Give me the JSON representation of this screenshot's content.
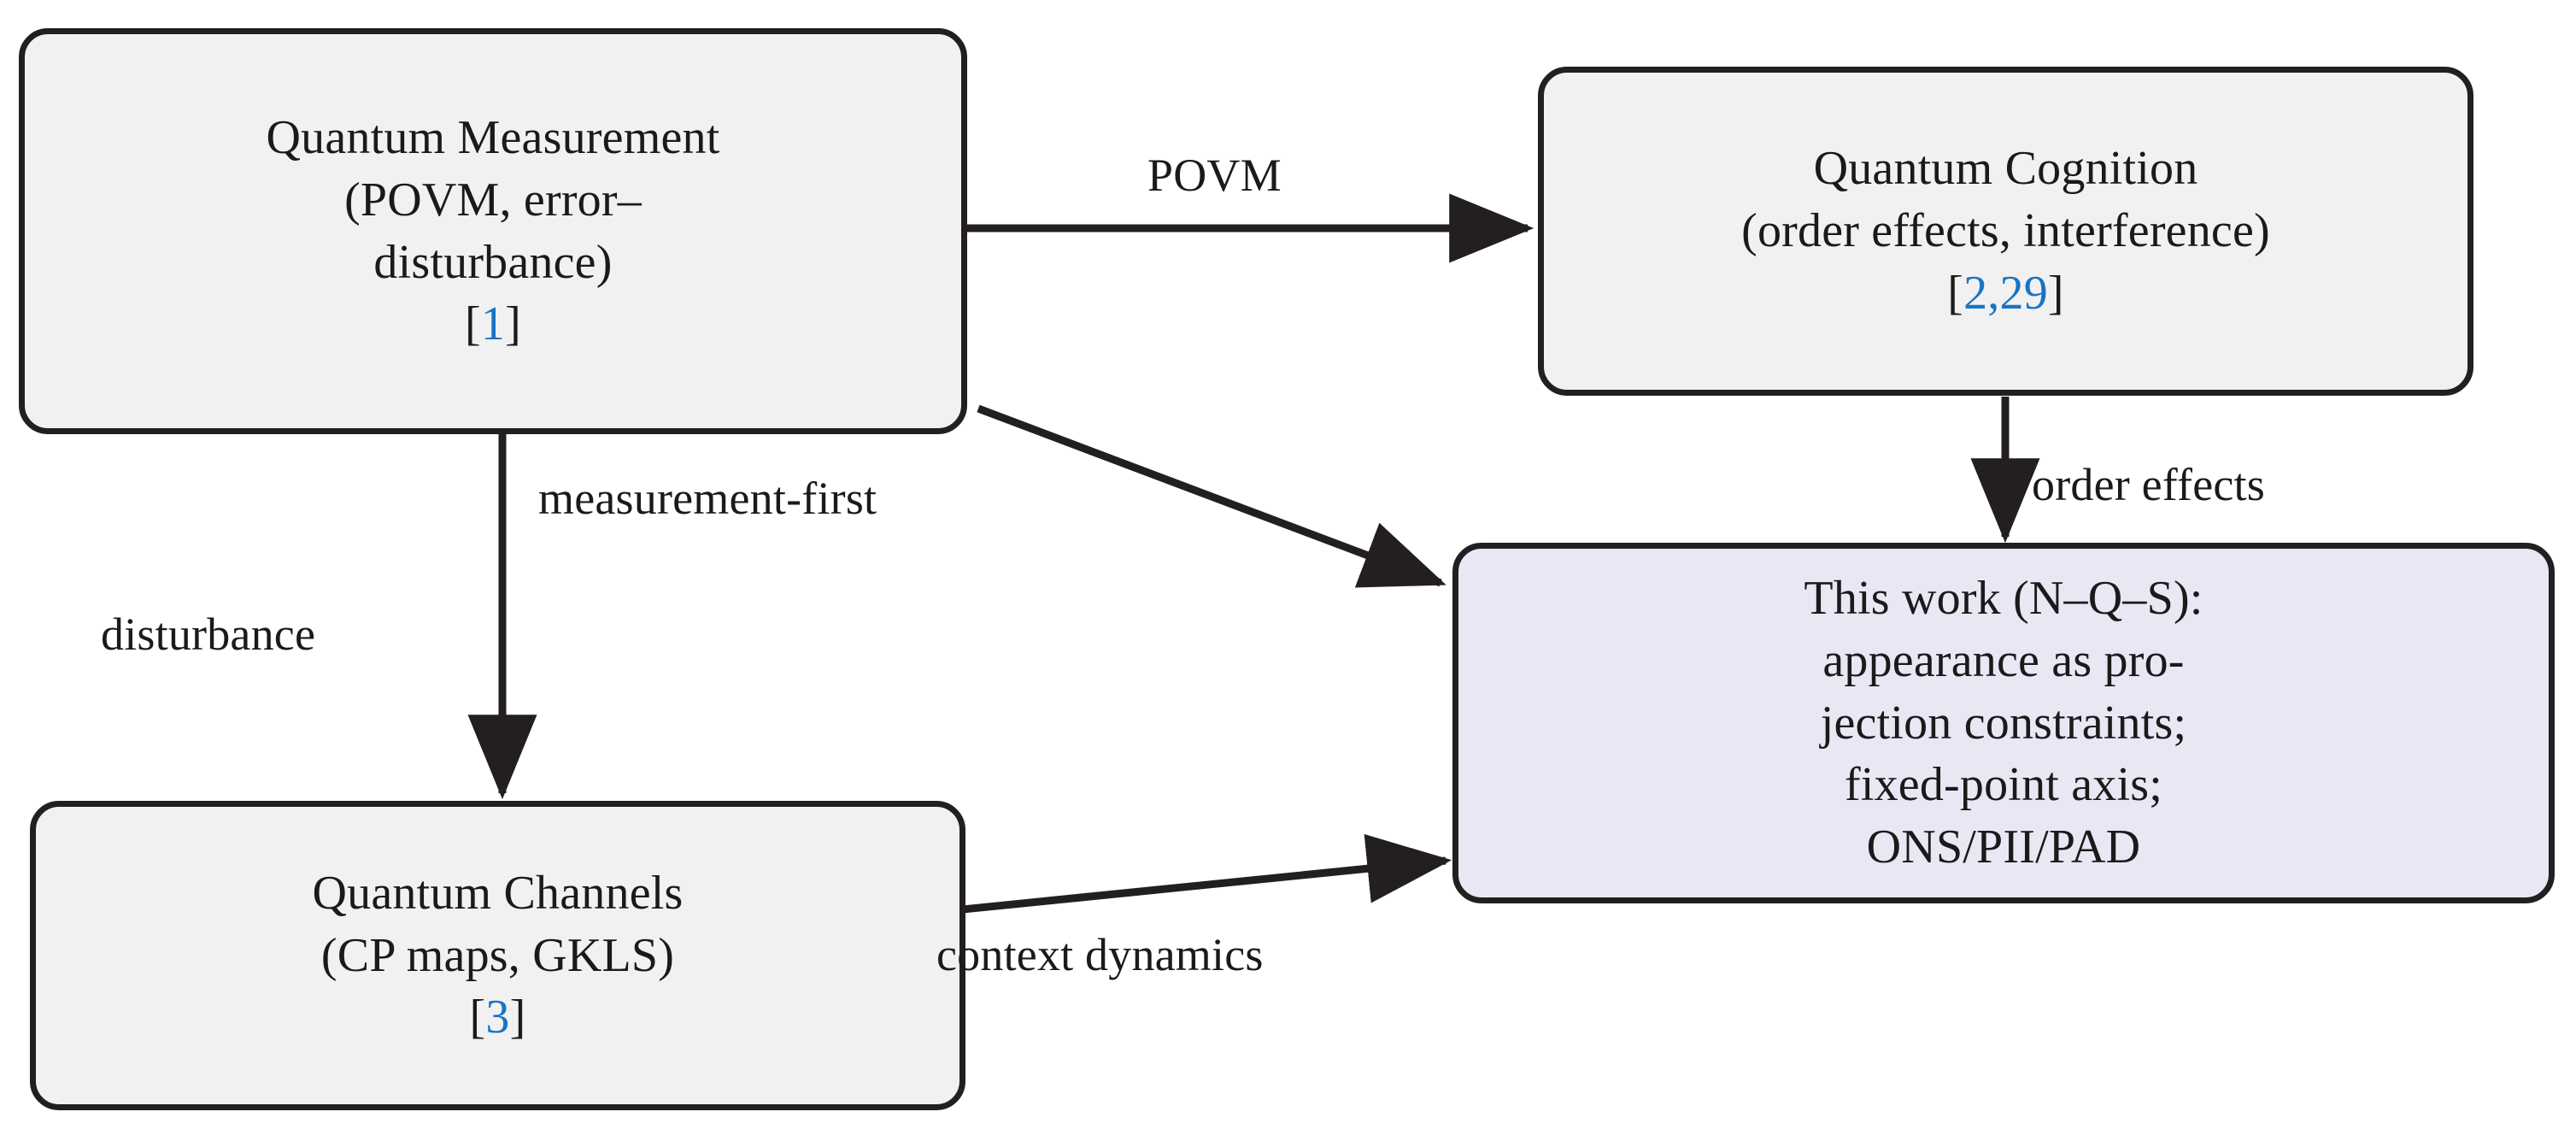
{
  "diagram": {
    "background_color": "#ffffff",
    "border_color": "#231f20",
    "citation_color": "#1874c4",
    "nodes": [
      {
        "id": "quantum-measurement",
        "fill": "#f1f1f1",
        "lines": [
          "Quantum Measurement",
          "(POVM, error–",
          "disturbance)"
        ],
        "citation_open": "[",
        "citation_refs": "1",
        "citation_close": "]"
      },
      {
        "id": "quantum-cognition",
        "fill": "#f1f1f1",
        "lines": [
          "Quantum Cognition",
          "(order effects, interference)"
        ],
        "citation_open": "[",
        "citation_refs": "2,29",
        "citation_close": "]"
      },
      {
        "id": "quantum-channels",
        "fill": "#f1f1f1",
        "lines": [
          "Quantum Channels",
          "(CP maps, GKLS)"
        ],
        "citation_open": "[",
        "citation_refs": "3",
        "citation_close": "]"
      },
      {
        "id": "this-work",
        "fill": "#eae7f5",
        "lines": [
          "This work (N–Q–S):",
          "appearance as pro-",
          "jection constraints;",
          "fixed-point axis;",
          "ONS/PII/PAD"
        ],
        "citation_open": "",
        "citation_refs": "",
        "citation_close": ""
      }
    ],
    "edges": [
      {
        "id": "povm",
        "label": "POVM",
        "from": "quantum-measurement",
        "to": "quantum-cognition"
      },
      {
        "id": "measurement-first",
        "label": "measurement-first",
        "from": "quantum-measurement",
        "to": "this-work"
      },
      {
        "id": "disturbance",
        "label": "disturbance",
        "from": "quantum-measurement",
        "to": "quantum-channels"
      },
      {
        "id": "order-effects",
        "label": "order effects",
        "from": "quantum-cognition",
        "to": "this-work"
      },
      {
        "id": "context-dynamics",
        "label": "context dynamics",
        "from": "quantum-channels",
        "to": "this-work"
      }
    ]
  }
}
